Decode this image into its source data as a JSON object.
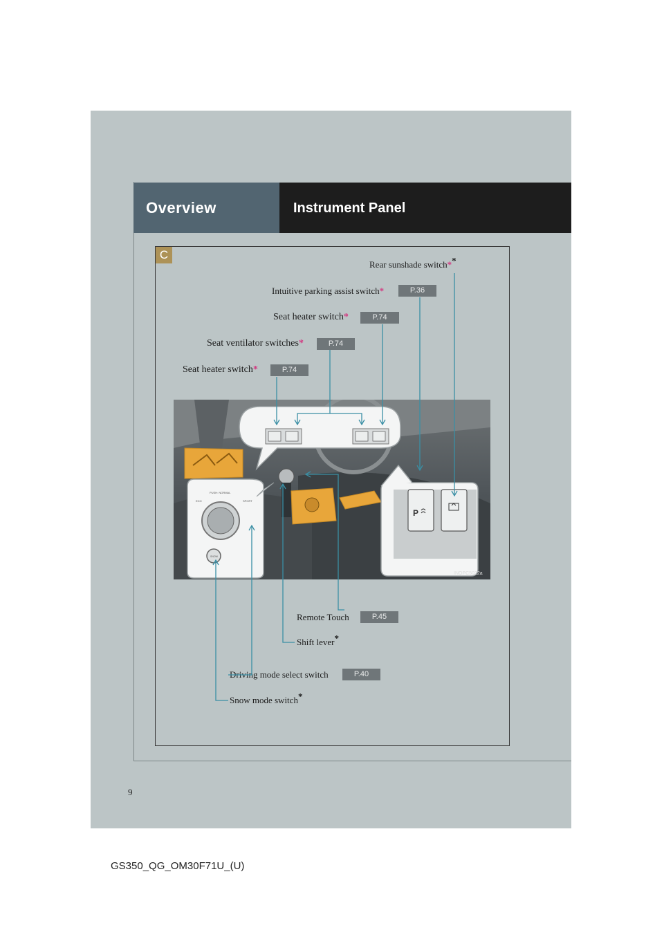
{
  "header": {
    "section": "Overview",
    "title": "Instrument Panel"
  },
  "badge": "C",
  "callouts": [
    {
      "label": "Rear sunshade switch",
      "mark": "*",
      "note": "*",
      "ref": ""
    },
    {
      "label": "Intuitive parking assist switch",
      "mark": "*",
      "note": "",
      "ref": "P.36"
    },
    {
      "label": "Seat heater switch",
      "mark": "*",
      "note": "",
      "ref": "P.74"
    },
    {
      "label": "Seat ventilator switches",
      "mark": "*",
      "note": "",
      "ref": "P.74"
    },
    {
      "label": "Seat heater switch",
      "mark": "*",
      "note": "",
      "ref": "P.74"
    },
    {
      "label": "Remote Touch",
      "mark": "",
      "note": "",
      "ref": "P.45"
    },
    {
      "label": "Shift lever",
      "mark": "",
      "note": "*",
      "ref": ""
    },
    {
      "label": "Driving mode select switch",
      "mark": "",
      "note": "",
      "ref": "P.40"
    },
    {
      "label": "Snow mode switch",
      "mark": "",
      "note": "*",
      "ref": ""
    }
  ],
  "photo": {
    "code": "INQPC5022a",
    "knob_labels": [
      "PUSH: NORMAL",
      "ECO",
      "SPORT",
      "SNOW"
    ]
  },
  "page_number": "9",
  "footer_code": "GS350_QG_OM30F71U_(U)",
  "colors": {
    "panel": "#bcc5c6",
    "header_dark": "#1d1d1d",
    "header_section": "#526571",
    "badge": "#ad9257",
    "ref_tab": "#6f7679",
    "asterisk": "#d23b82",
    "leader": "#3a8fa5",
    "highlight": "#e8a63a"
  }
}
